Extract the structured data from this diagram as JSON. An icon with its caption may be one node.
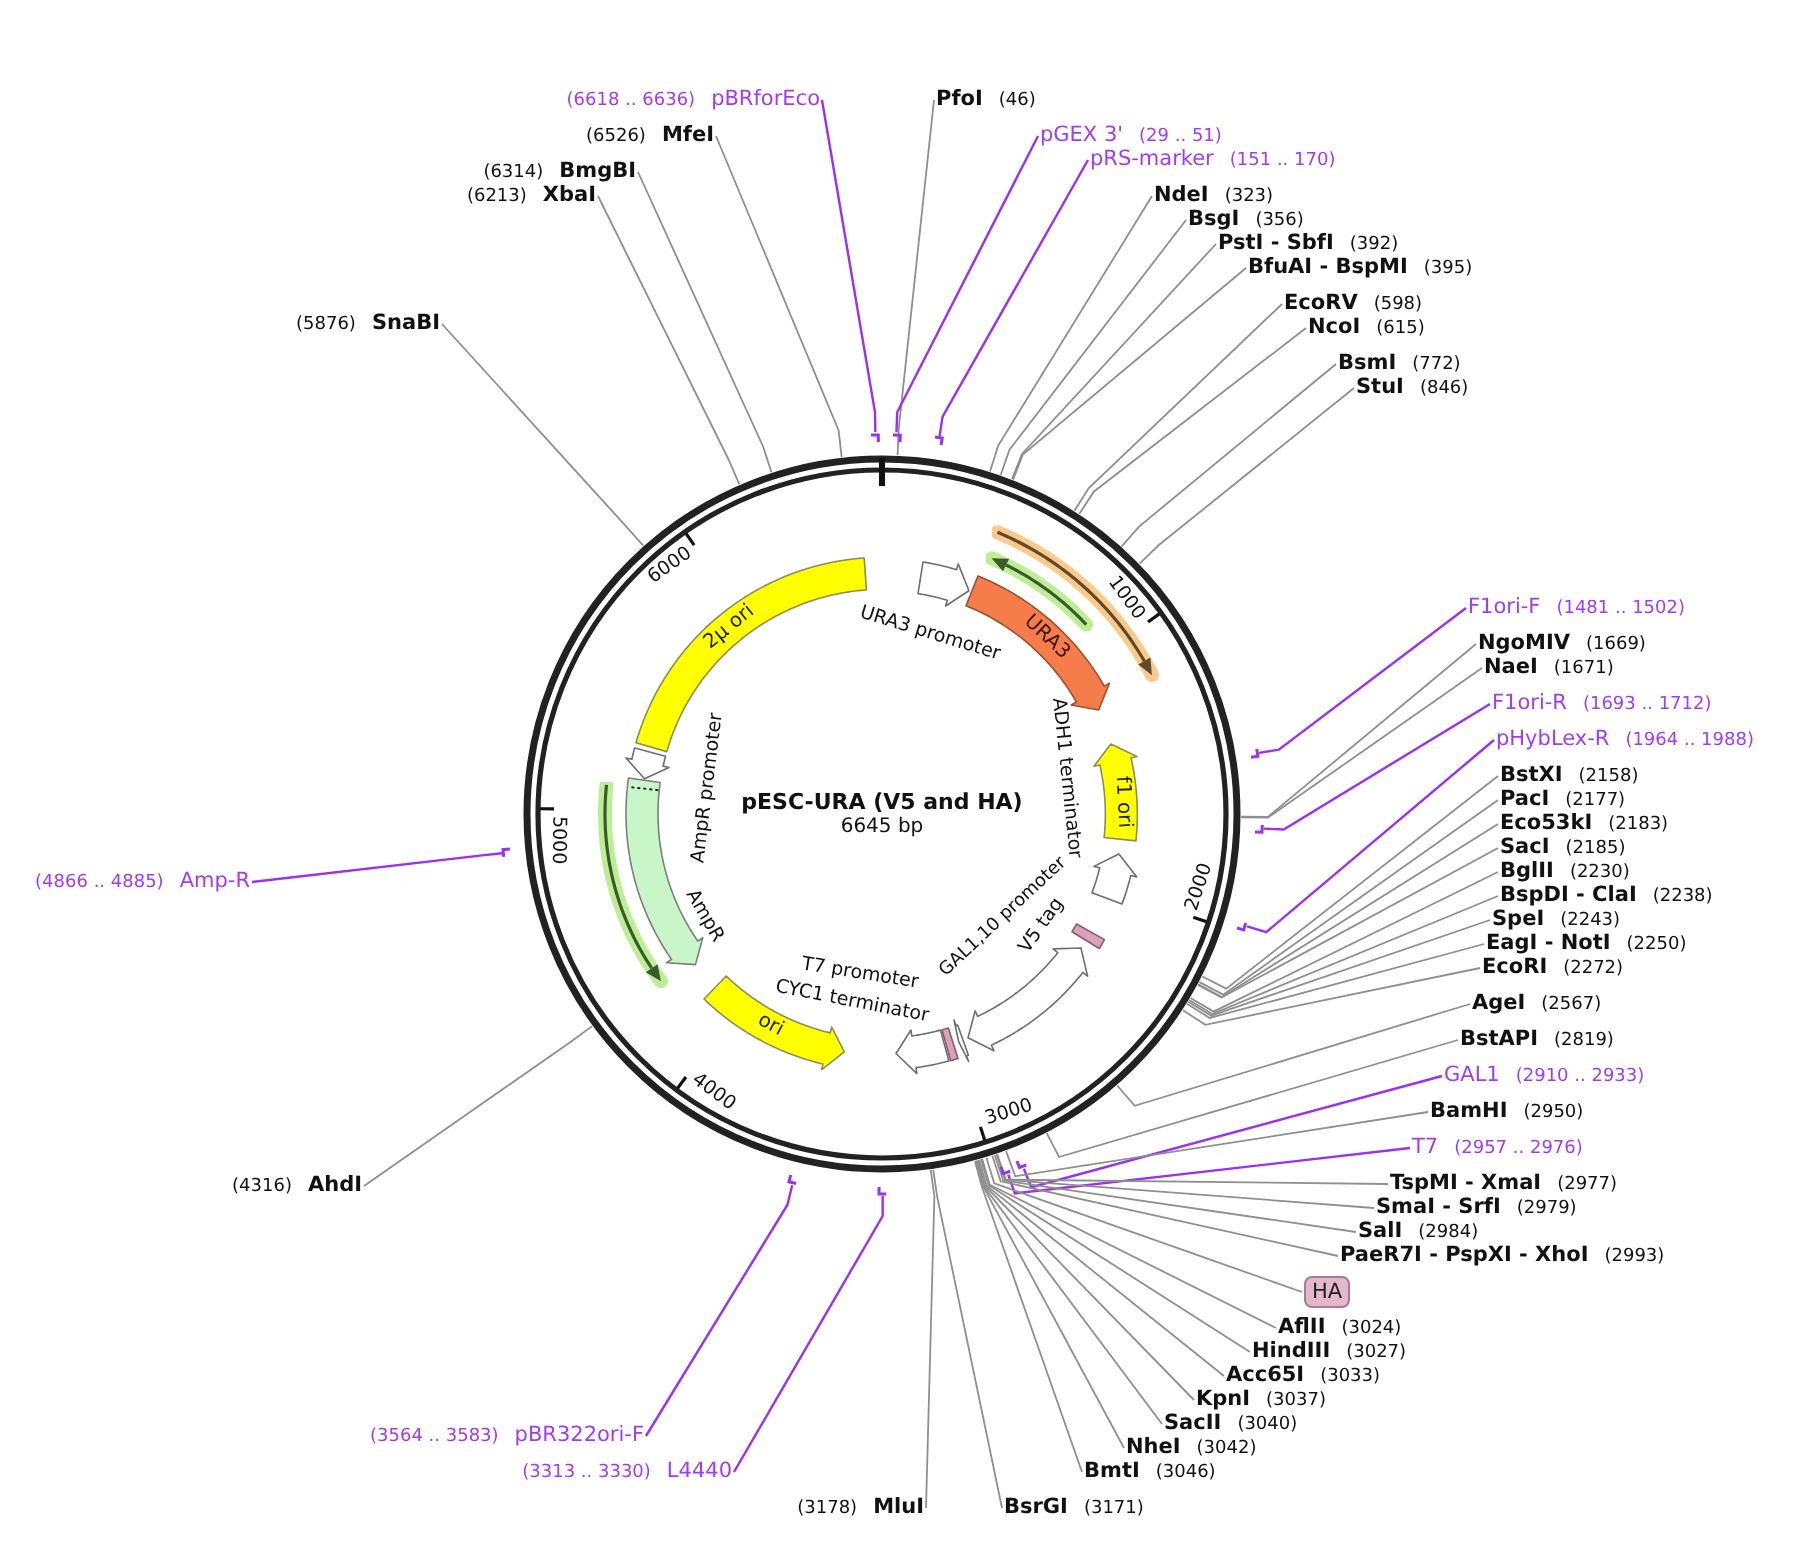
{
  "diagram": {
    "nodes": [
      {
        "text": [
          "(6618 .. 6636)",
          "pBRforEco"
        ]
      },
      {
        "text": [
          "PfoI",
          "(46)"
        ]
      },
      {
        "text": [
          "(6526)",
          "MfeI"
        ]
      },
      {
        "text": [
          "pGEX 3'",
          "(29 .. 51)"
        ]
      },
      {
        "text": [
          "pRS-marker",
          "(151 .. 170)"
        ]
      },
      {
        "text": [
          "(6314)",
          "BmgBI"
        ]
      },
      {
        "text": [
          "(6213)",
          "XbaI"
        ]
      },
      {
        "text": [
          "NdeI",
          "(323)"
        ]
      },
      {
        "text": [
          "BsgI",
          "(356)"
        ]
      },
      {
        "text": [
          "PstI - SbfI",
          "(392)"
        ]
      },
      {
        "text": [
          "BfuAI - BspMI",
          "(395)"
        ]
      },
      {
        "text": [
          "EcoRV",
          "(598)"
        ]
      },
      {
        "text": [
          "(5876)",
          "SnaBI"
        ]
      },
      {
        "text": [
          "NcoI",
          "(615)"
        ]
      },
      {
        "text": [
          "BsmI",
          "(772)"
        ]
      },
      {
        "text": [
          "StuI",
          "(846)"
        ]
      },
      {
        "text": [
          "F1ori-F",
          "(1481 .. 1502)"
        ]
      },
      {
        "text": [
          "NgoMIV",
          "(1669)"
        ]
      },
      {
        "text": [
          "NaeI",
          "(1671)"
        ]
      },
      {
        "text": [
          "F1ori-R",
          "(1693 .. 1712)"
        ]
      },
      {
        "text": [
          "pHybLex-R",
          "(1964 .. 1988)"
        ]
      },
      {
        "text": [
          "BstXI",
          "(2158)"
        ]
      },
      {
        "text": [
          "PacI",
          "(2177)"
        ]
      },
      {
        "text": [
          "Eco53kI",
          "(2183)"
        ]
      },
      {
        "text": [
          "SacI",
          "(2185)"
        ]
      },
      {
        "text": [
          "BglII",
          "(2230)"
        ]
      },
      {
        "text": [
          "BspDI - ClaI",
          "(2238)"
        ]
      },
      {
        "text": [
          "SpeI",
          "(2243)"
        ]
      },
      {
        "text": [
          "EagI - NotI",
          "(2250)"
        ]
      },
      {
        "text": [
          "EcoRI",
          "(2272)"
        ]
      },
      {
        "text": [
          "AgeI",
          "(2567)"
        ]
      },
      {
        "text": [
          "BstAPI",
          "(2819)"
        ]
      },
      {
        "text": [
          "GAL1",
          "(2910 .. 2933)"
        ]
      },
      {
        "text": [
          "BamHI",
          "(2950)"
        ]
      },
      {
        "text": [
          "T7",
          "(2957 .. 2976)"
        ]
      },
      {
        "text": [
          "TspMI - XmaI",
          "(2977)"
        ]
      },
      {
        "text": [
          "SmaI - SrfI",
          "(2979)"
        ]
      },
      {
        "text": [
          "SalI",
          "(2984)"
        ]
      },
      {
        "text": [
          "PaeR7I - PspXI - XhoI",
          "(2993)"
        ]
      },
      {
        "text": [
          "HA"
        ]
      },
      {
        "text": [
          "AflII",
          "(3024)"
        ]
      },
      {
        "text": [
          "HindIII",
          "(3027)"
        ]
      },
      {
        "text": [
          "Acc65I",
          "(3033)"
        ]
      },
      {
        "text": [
          "KpnI",
          "(3037)"
        ]
      },
      {
        "text": [
          "SacII",
          "(3040)"
        ]
      },
      {
        "text": [
          "NheI",
          "(3042)"
        ]
      },
      {
        "text": [
          "BmtI",
          "(3046)"
        ]
      },
      {
        "text": [
          "BsrGI",
          "(3171)"
        ]
      },
      {
        "text": [
          "(3178)",
          "MluI"
        ]
      },
      {
        "text": [
          "(3313 .. 3330)",
          "L4440"
        ]
      },
      {
        "text": [
          "(3564 .. 3583)",
          "pBR322ori-F"
        ]
      },
      {
        "text": [
          "(4316)",
          "AhdI"
        ]
      },
      {
        "text": [
          "(4866 .. 4885)",
          "Amp-R"
        ]
      },
      {
        "text": [
          "pESC-URA (V5 and HA)",
          "6645 bp"
        ]
      },
      {
        "text": [],
        "shape": "arrow",
        "beside": [
          "URA3 promoter"
        ],
        "in": 53
      },
      {
        "text": [
          "URA3"
        ],
        "in": 53
      },
      {
        "text": [],
        "shape": "arrow",
        "in": 53
      },
      {
        "text": [],
        "shape": "arrow",
        "in": 53
      },
      {
        "text": [
          "f1 ori"
        ],
        "in": 53
      },
      {
        "text": [],
        "shape": "arrow",
        "beside": [
          "ADH1 terminator"
        ],
        "in": 53
      },
      {
        "text": [],
        "shape": "box",
        "beside": [
          "V5 tag"
        ],
        "in": 53
      },
      {
        "text": [],
        "shape": "arrow",
        "beside": [
          "GAL1,10 promoter"
        ],
        "in": 53
      },
      {
        "text": [],
        "shape": "arrow",
        "in": 53
      },
      {
        "text": [],
        "shape": "box",
        "in": 53
      },
      {
        "text": [],
        "shape": "arrow",
        "in": 53
      },
      {
        "text": [
          "ori"
        ],
        "in": 53
      },
      {
        "text": [],
        "shape": "arrow",
        "beside": [
          "AmpR"
        ],
        "in": 53
      },
      {
        "text": [],
        "shape": "arrow",
        "in": 53
      },
      {
        "text": [],
        "shape": "arrow",
        "in": 53
      },
      {
        "text": [
          "2μ ori"
        ],
        "in": 53
      },
      {
        "text": [],
        "shape": "bar"
      },
      {
        "text": [],
        "shape": "bar"
      },
      {
        "text": [],
        "shape": "bar"
      },
      {
        "text": [],
        "shape": "bar"
      },
      {
        "text": [],
        "shape": "bar"
      },
      {
        "text": [],
        "shape": "bar"
      },
      {
        "text": [],
        "shape": "bar"
      },
      {
        "text": [],
        "shape": "bar"
      },
      {
        "text": [],
        "shape": "bar"
      },
      {
        "text": [],
        "shape": "bar"
      },
      {
        "text": [],
        "shape": "bar"
      }
    ],
    "edges": [
      {
        "from": 0,
        "to": 80,
        "arrow": "none",
        "color": "#9b30f0"
      },
      {
        "from": 1,
        "to": 53,
        "arrow": "none"
      },
      {
        "from": 2,
        "to": 53,
        "arrow": "none"
      },
      {
        "from": 3,
        "to": 70,
        "arrow": "none",
        "color": "#9b30f0"
      },
      {
        "from": 4,
        "to": 71,
        "arrow": "none",
        "color": "#9b30f0"
      },
      {
        "from": 5,
        "to": 53,
        "arrow": "none"
      },
      {
        "from": 6,
        "to": 53,
        "arrow": "none"
      },
      {
        "from": 7,
        "to": 53,
        "arrow": "none"
      },
      {
        "from": 8,
        "to": 53,
        "arrow": "none"
      },
      {
        "from": 9,
        "to": 53,
        "arrow": "none"
      },
      {
        "from": 10,
        "to": 53,
        "arrow": "none"
      },
      {
        "from": 11,
        "to": 53,
        "arrow": "none"
      },
      {
        "from": 12,
        "to": 53,
        "arrow": "none"
      },
      {
        "from": 13,
        "to": 53,
        "arrow": "none"
      },
      {
        "from": 14,
        "to": 53,
        "arrow": "none"
      },
      {
        "from": 15,
        "to": 53,
        "arrow": "none"
      },
      {
        "from": 16,
        "to": 72,
        "arrow": "none",
        "color": "#9b30f0"
      },
      {
        "from": 17,
        "to": 53,
        "arrow": "none"
      },
      {
        "from": 18,
        "to": 53,
        "arrow": "none"
      },
      {
        "from": 19,
        "to": 73,
        "arrow": "none",
        "color": "#9b30f0"
      },
      {
        "from": 20,
        "to": 74,
        "arrow": "none",
        "color": "#9b30f0"
      },
      {
        "from": 21,
        "to": 53,
        "arrow": "none"
      },
      {
        "from": 22,
        "to": 53,
        "arrow": "none"
      },
      {
        "from": 23,
        "to": 53,
        "arrow": "none"
      },
      {
        "from": 24,
        "to": 53,
        "arrow": "none"
      },
      {
        "from": 25,
        "to": 53,
        "arrow": "none"
      },
      {
        "from": 26,
        "to": 53,
        "arrow": "none"
      },
      {
        "from": 27,
        "to": 53,
        "arrow": "none"
      },
      {
        "from": 28,
        "to": 53,
        "arrow": "none"
      },
      {
        "from": 29,
        "to": 53,
        "arrow": "none"
      },
      {
        "from": 30,
        "to": 53,
        "arrow": "none"
      },
      {
        "from": 31,
        "to": 53,
        "arrow": "none"
      },
      {
        "from": 32,
        "to": 75,
        "arrow": "none",
        "color": "#9b30f0"
      },
      {
        "from": 33,
        "to": 53,
        "arrow": "none"
      },
      {
        "from": 34,
        "to": 76,
        "arrow": "none",
        "color": "#9b30f0"
      },
      {
        "from": 35,
        "to": 53,
        "arrow": "none"
      },
      {
        "from": 36,
        "to": 53,
        "arrow": "none"
      },
      {
        "from": 37,
        "to": 53,
        "arrow": "none"
      },
      {
        "from": 38,
        "to": 53,
        "arrow": "none"
      },
      {
        "from": 39,
        "to": 53,
        "arrow": "none"
      },
      {
        "from": 40,
        "to": 53,
        "arrow": "none"
      },
      {
        "from": 41,
        "to": 53,
        "arrow": "none"
      },
      {
        "from": 42,
        "to": 53,
        "arrow": "none"
      },
      {
        "from": 43,
        "to": 53,
        "arrow": "none"
      },
      {
        "from": 44,
        "to": 53,
        "arrow": "none"
      },
      {
        "from": 45,
        "to": 53,
        "arrow": "none"
      },
      {
        "from": 46,
        "to": 53,
        "arrow": "none"
      },
      {
        "from": 47,
        "to": 53,
        "arrow": "none"
      },
      {
        "from": 48,
        "to": 53,
        "arrow": "none"
      },
      {
        "from": 49,
        "to": 77,
        "arrow": "none",
        "color": "#9b30f0"
      },
      {
        "from": 50,
        "to": 78,
        "arrow": "none",
        "color": "#9b30f0"
      },
      {
        "from": 51,
        "to": 53,
        "arrow": "none"
      },
      {
        "from": 52,
        "to": 79,
        "arrow": "none",
        "color": "#9b30f0"
      }
    ],
    "labels": [
      "1000",
      "2000",
      "3000",
      "4000",
      "5000",
      "6000",
      "T7 promoter",
      "CYC1 terminator",
      "AmpR promoter"
    ]
  }
}
